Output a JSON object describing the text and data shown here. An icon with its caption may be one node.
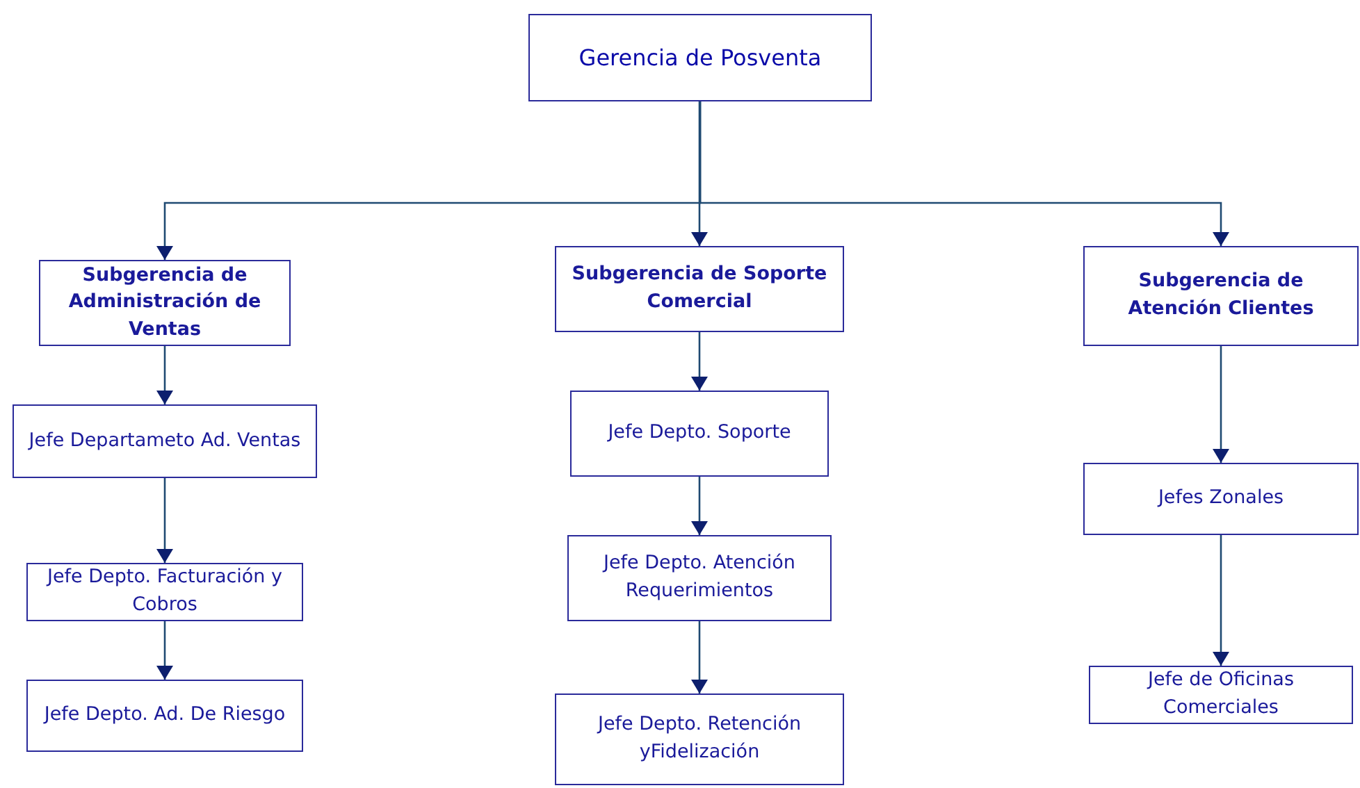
{
  "diagram": {
    "nodes": [
      {
        "text": [
          "Gerencia de Posventa"
        ]
      },
      {
        "text": [
          "Subgerencia de Administración de Ventas"
        ]
      },
      {
        "text": [
          "Subgerencia de Soporte Comercial"
        ]
      },
      {
        "text": [
          "Subgerencia de Atención Clientes"
        ]
      },
      {
        "text": [
          "Jefe Departameto Ad. Ventas"
        ]
      },
      {
        "text": [
          "Jefe Depto. Facturación y Cobros"
        ]
      },
      {
        "text": [
          "Jefe Depto. Ad. De Riesgo"
        ]
      },
      {
        "text": [
          "Jefe Depto. Soporte"
        ]
      },
      {
        "text": [
          "Jefe Depto. Atención Requerimientos"
        ]
      },
      {
        "text": [
          "Jefe Depto. Retención yFidelización"
        ]
      },
      {
        "text": [
          "Jefes Zonales"
        ]
      },
      {
        "text": [
          "Jefe de Oficinas Comerciales"
        ]
      }
    ],
    "edges": [
      {
        "from": 0,
        "to": 1,
        "arrow": "to"
      },
      {
        "from": 0,
        "to": 2,
        "arrow": "to"
      },
      {
        "from": 0,
        "to": 3,
        "arrow": "to"
      },
      {
        "from": 1,
        "to": 4,
        "arrow": "to"
      },
      {
        "from": 4,
        "to": 5,
        "arrow": "to"
      },
      {
        "from": 5,
        "to": 6,
        "arrow": "to"
      },
      {
        "from": 2,
        "to": 7,
        "arrow": "to"
      },
      {
        "from": 7,
        "to": 8,
        "arrow": "to"
      },
      {
        "from": 8,
        "to": 9,
        "arrow": "to"
      },
      {
        "from": 3,
        "to": 10,
        "arrow": "to"
      },
      {
        "from": 10,
        "to": 11,
        "arrow": "to"
      }
    ]
  }
}
